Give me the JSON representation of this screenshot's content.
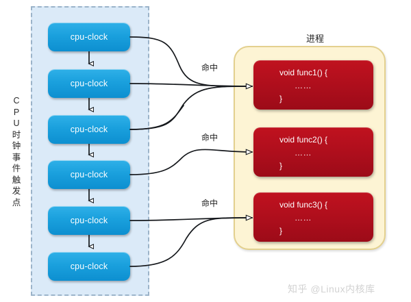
{
  "diagram": {
    "title_right": "进程",
    "watermark": "知乎 @Linux内核库",
    "cpu_panel": {
      "vertical_label_chars": [
        "C",
        "P",
        "U",
        "时",
        "钟",
        "事",
        "件",
        "触",
        "发",
        "点"
      ],
      "vertical_label_text": "CPU时钟事件触发点",
      "nodes": [
        {
          "label": "cpu-clock"
        },
        {
          "label": "cpu-clock"
        },
        {
          "label": "cpu-clock"
        },
        {
          "label": "cpu-clock"
        },
        {
          "label": "cpu-clock"
        },
        {
          "label": "cpu-clock"
        }
      ]
    },
    "process_panel": {
      "functions": [
        {
          "signature": "void func1() {",
          "body": "……",
          "close": "}"
        },
        {
          "signature": "void func2() {",
          "body": "……",
          "close": "}"
        },
        {
          "signature": "void func3() {",
          "body": "……",
          "close": "}"
        }
      ]
    },
    "hit_labels": [
      {
        "text": "命中"
      },
      {
        "text": "命中"
      },
      {
        "text": "命中"
      }
    ],
    "colors": {
      "cpu_panel_fill": "#dbeaf8",
      "cpu_panel_border": "#9bb3c9",
      "cpu_node": "#1aa0dd",
      "process_panel_fill": "#fdf4d4",
      "process_panel_border": "#e3d08e",
      "function_box": "#ad0e1c",
      "connector": "#1a1a1a",
      "watermark": "#d2d2d2"
    }
  }
}
